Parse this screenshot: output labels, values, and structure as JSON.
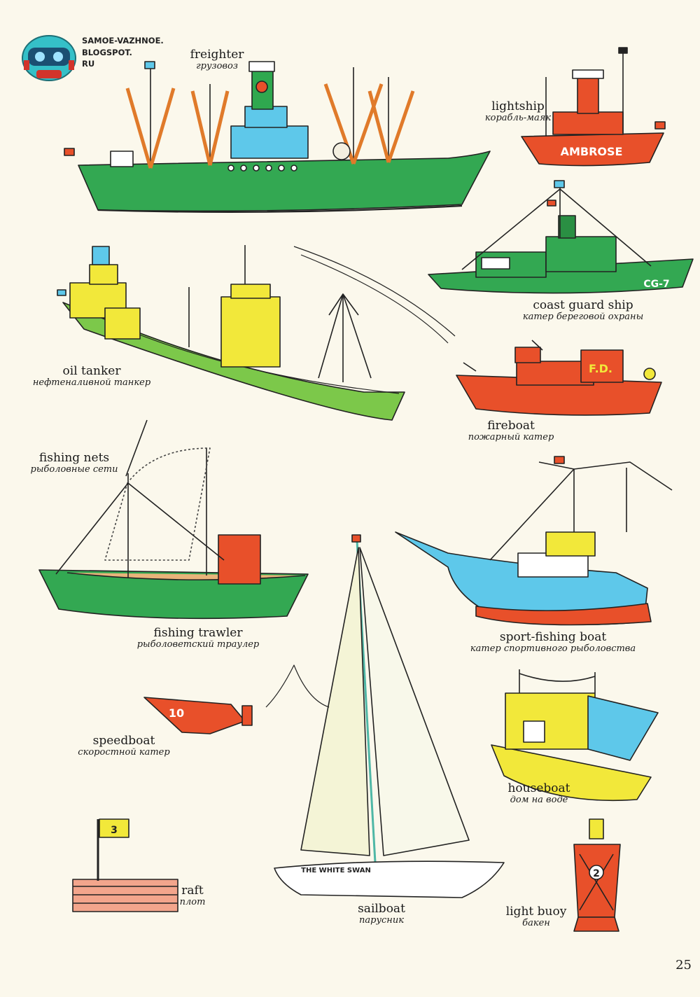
{
  "watermark": {
    "lines": [
      "SAMOE-VAZHNOE.",
      "BLOGSPOT.",
      "RU"
    ],
    "icon": "robot-head-icon"
  },
  "boats": {
    "freighter": {
      "en": "freighter",
      "ru": "грузовоз"
    },
    "lightship": {
      "en": "lightship",
      "ru": "корабль-маяк",
      "hull_text": "AMBROSE"
    },
    "coast_guard": {
      "en": "coast guard ship",
      "ru": "катер береговой охраны",
      "hull_text": "CG-7"
    },
    "oil_tanker": {
      "en": "oil tanker",
      "ru": "нефтеналивной танкер"
    },
    "fireboat": {
      "en": "fireboat",
      "ru": "пожарный катер",
      "hull_text": "F.D."
    },
    "fishing_nets": {
      "en": "fishing nets",
      "ru": "рыболовные сети"
    },
    "fishing_trawler": {
      "en": "fishing trawler",
      "ru": "рыболоветский траулер"
    },
    "sport_fishing": {
      "en": "sport-fishing boat",
      "ru": "катер спортивного рыболовства"
    },
    "speedboat": {
      "en": "speedboat",
      "ru": "скоростной катер",
      "hull_text": "10"
    },
    "houseboat": {
      "en": "houseboat",
      "ru": "дом на воде"
    },
    "sailboat": {
      "en": "sailboat",
      "ru": "парусник",
      "hull_text": "THE WHITE SWAN"
    },
    "raft": {
      "en": "raft",
      "ru": "плот",
      "flag_text": "3"
    },
    "light_buoy": {
      "en": "light buoy",
      "ru": "бакен",
      "hull_text": "2"
    }
  },
  "page_number": "25",
  "colors": {
    "green": "#2fa84f",
    "lightgreen": "#7cc84a",
    "red": "#e8502a",
    "yellow": "#f2e83a",
    "blue": "#5bc0e8",
    "paper": "#fbf8ec"
  }
}
